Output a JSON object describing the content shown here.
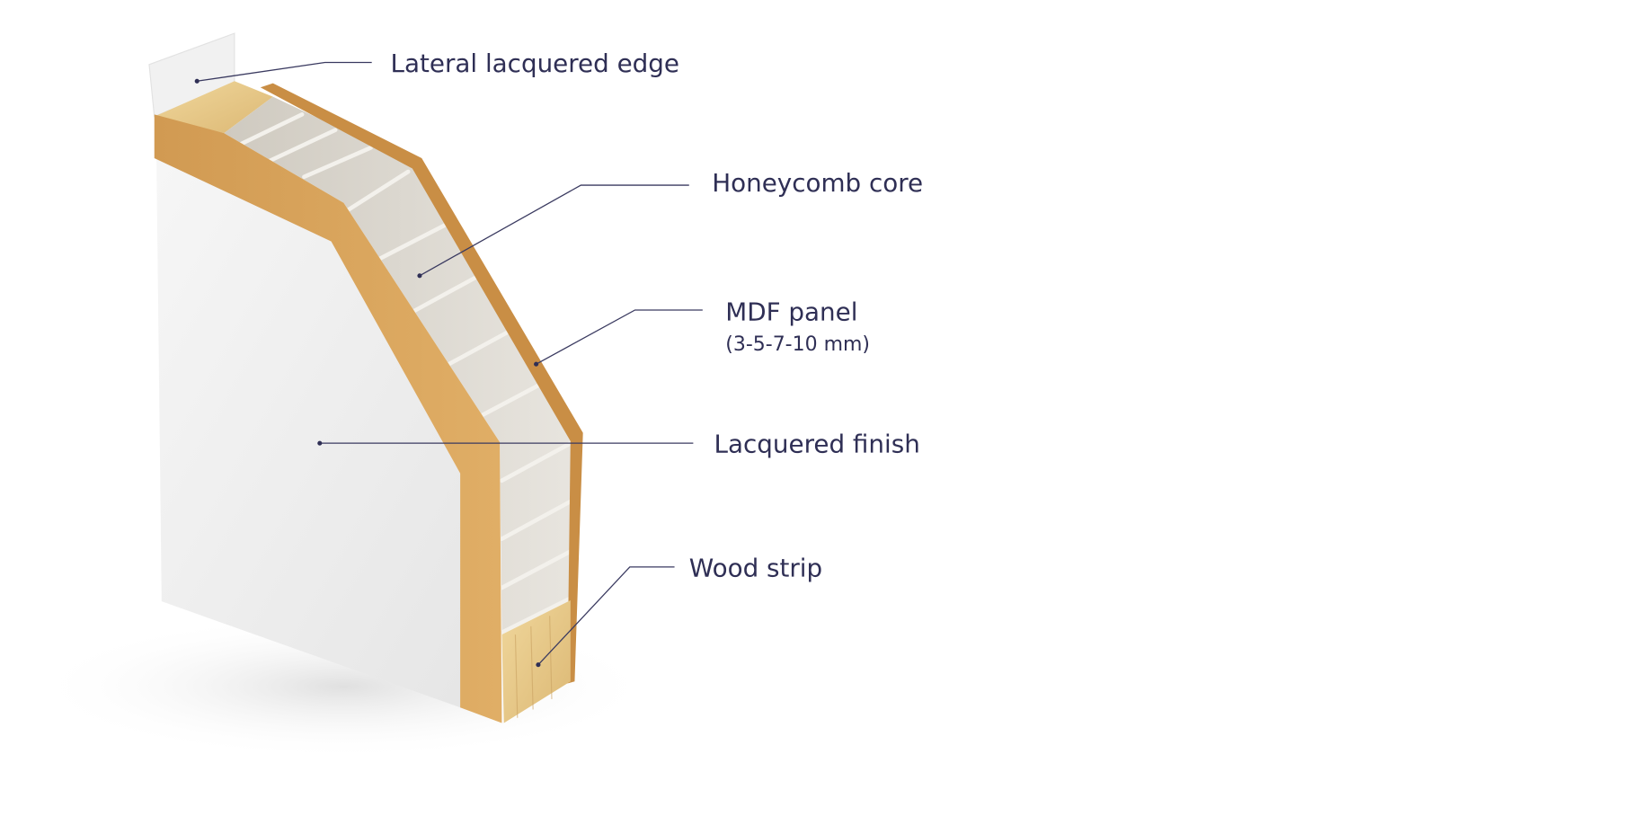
{
  "diagram": {
    "labels": {
      "lateral_edge": "Lateral lacquered edge",
      "honeycomb": "Honeycomb core",
      "mdf": "MDF panel",
      "mdf_sub": "(3-5-7-10 mm)",
      "finish": "Lacquered finish",
      "wood_strip": "Wood strip"
    },
    "colors": {
      "text": "#2f2f55",
      "mdf": "#d9a35a",
      "wood": "#e8c98a",
      "core": "#dcd9d2",
      "face": "#f2f2f2"
    }
  }
}
